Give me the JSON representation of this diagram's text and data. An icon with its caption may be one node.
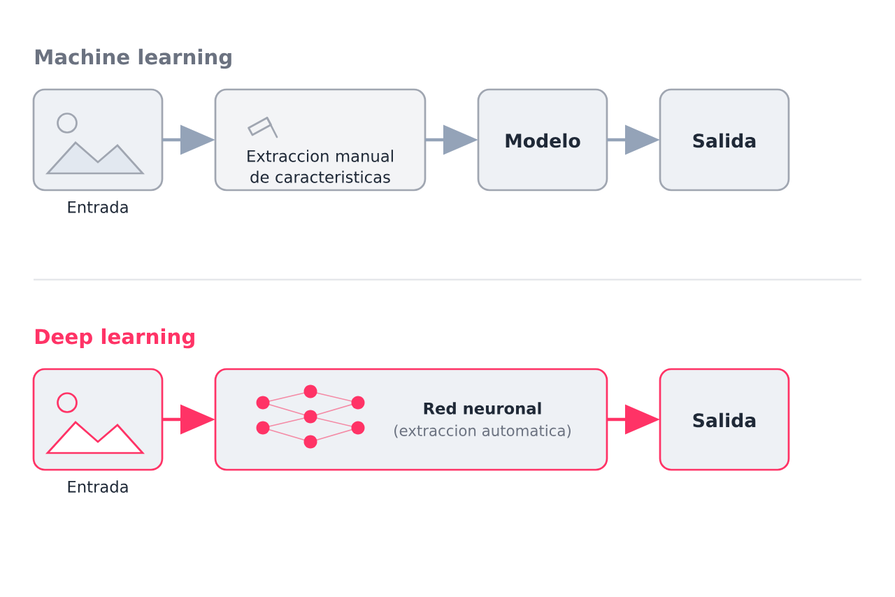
{
  "diagram": {
    "nodes": [
      {
        "text": [],
        "shape": "picture",
        "beside": [
          "Entrada"
        ]
      },
      {
        "text": [
          "Extraccion manual de caracteristicas"
        ]
      },
      {
        "text": [
          "Modelo"
        ]
      },
      {
        "text": [
          "Salida"
        ]
      },
      {
        "text": [],
        "shape": "picture",
        "beside": [
          "Entrada"
        ]
      },
      {
        "text": [
          "Red neuronal",
          "(extraccion automatica)"
        ]
      },
      {
        "text": [
          "Salida"
        ]
      }
    ],
    "edges": [
      {
        "from": 0,
        "to": 1,
        "arrow": "to",
        "color": "#94a3b8"
      },
      {
        "from": 1,
        "to": 2,
        "arrow": "to",
        "color": "#94a3b8"
      },
      {
        "from": 2,
        "to": 3,
        "arrow": "to",
        "color": "#94a3b8"
      },
      {
        "from": 4,
        "to": 5,
        "arrow": "to",
        "color": "#ff3366"
      },
      {
        "from": 5,
        "to": 6,
        "arrow": "to",
        "color": "#ff3366"
      }
    ],
    "labels": [
      "Machine learning",
      "Deep learning"
    ]
  }
}
